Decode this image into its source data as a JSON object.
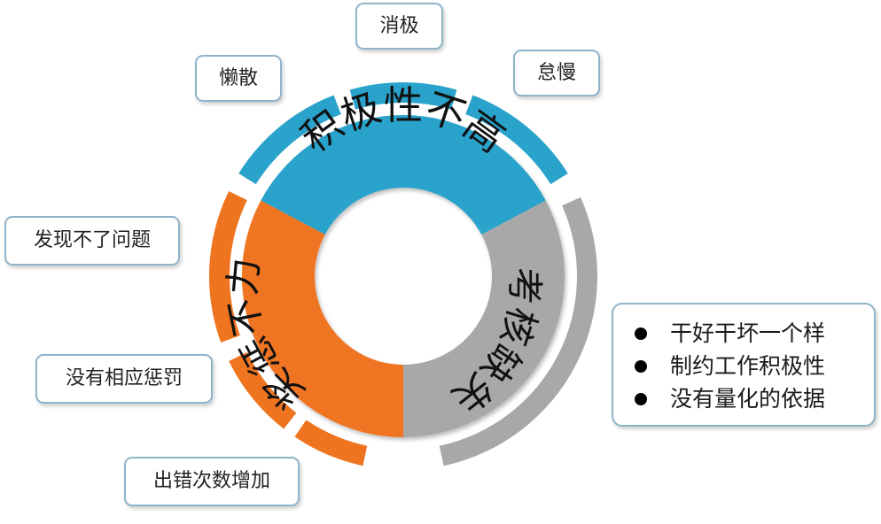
{
  "colors": {
    "blue": "#2aa3cc",
    "orange": "#ef7420",
    "gray": "#a8a8a8",
    "border": "#8fb3c9"
  },
  "ring": {
    "top_label": "积极性不高",
    "left_label": "奖惩不力",
    "right_label": "考核缺失"
  },
  "tags": {
    "negative": "消极",
    "lazy": "懒散",
    "slack": "怠慢",
    "cannot_find": "发现不了问题",
    "no_punishment": "没有相应惩罚",
    "errors_increase": "出错次数增加"
  },
  "list_items": [
    "干好干坏一个样",
    "制约工作积极性",
    "没有量化的依据"
  ]
}
